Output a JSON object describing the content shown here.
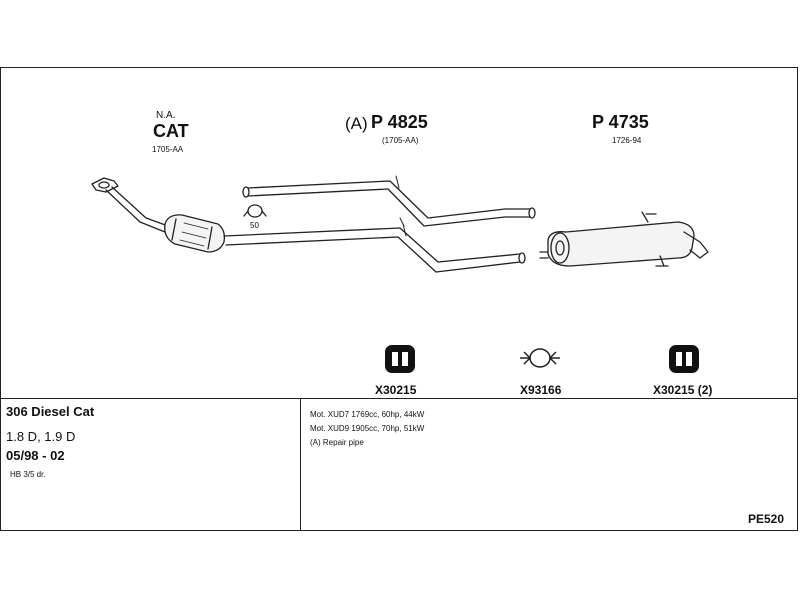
{
  "header_parts": {
    "cat": {
      "note": "N.A.",
      "name": "CAT",
      "code": "1705-AA"
    },
    "front_pipe": {
      "prefix": "(A)",
      "name": "P 4825",
      "code": "(1705-AA)"
    },
    "rear_silencer": {
      "name": "P 4735",
      "code": "1726-94"
    }
  },
  "clamp_label": "50",
  "accessories": [
    {
      "name": "X30215"
    },
    {
      "name": "X93166"
    },
    {
      "name": "X30215 (2)"
    }
  ],
  "vehicle": {
    "model": "306 Diesel Cat",
    "engines": "1.8 D, 1.9 D",
    "years": "05/98 - 02",
    "body": "HB 3/5 dr."
  },
  "notes": [
    "Mot. XUD7 1769cc, 60hp, 44kW",
    "Mot. XUD9 1905cc, 70hp, 51kW",
    "(A) Repair pipe"
  ],
  "diagram_code": "PE520"
}
